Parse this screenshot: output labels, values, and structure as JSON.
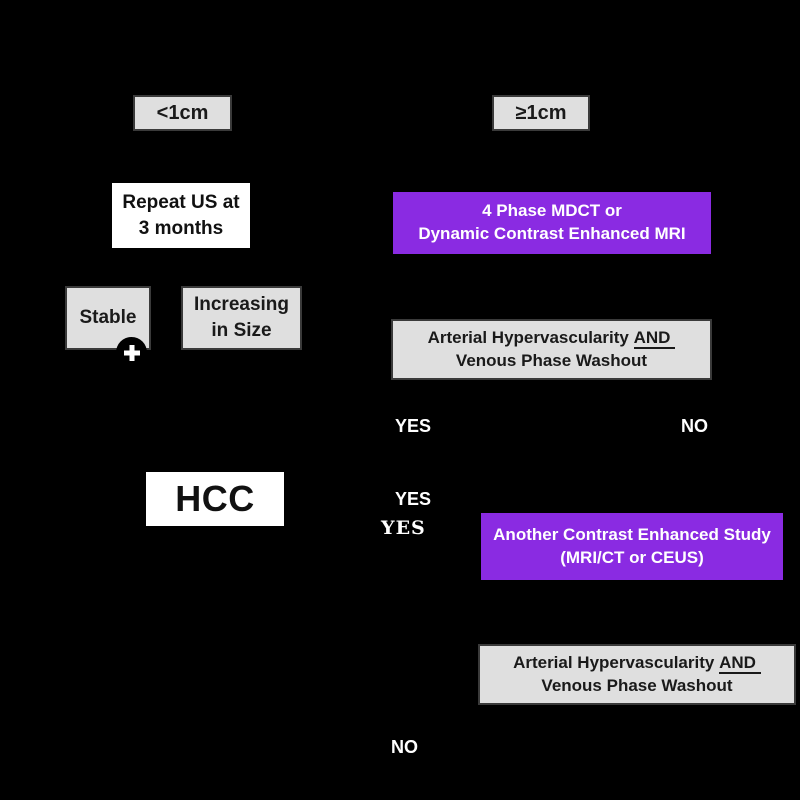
{
  "colors": {
    "background": "#000000",
    "gray_box": "#DFDFDF",
    "white_box": "#FFFFFF",
    "purple_box": "#8A2BE2",
    "dark_text": "#1A1A1A",
    "light_text": "#FFFFFF"
  },
  "nodes": {
    "lt1cm": {
      "label": "<1cm"
    },
    "ge1cm": {
      "label": "≥1cm"
    },
    "repeat_us": {
      "line1": "Repeat US at",
      "line2": "3 months"
    },
    "mdct_mri": {
      "line1": "4 Phase MDCT or",
      "line2": "Dynamic Contrast Enhanced MRI"
    },
    "stable": {
      "label": "Stable",
      "badge_icon": "plus-icon"
    },
    "increasing": {
      "line1": "Increasing",
      "line2": "in Size"
    },
    "arterial_criteria": {
      "line1_text": "Arterial Hypervascularity",
      "line1_and": "AND",
      "line2": "Venous Phase Washout"
    },
    "hcc": {
      "label": "HCC"
    },
    "another_study": {
      "line1": "Another Contrast Enhanced Study",
      "line2": "(MRI/CT or CEUS)"
    }
  },
  "decision_labels": {
    "arterial1_yes": "YES",
    "arterial1_no": "NO",
    "hcc_yes": "YES",
    "another_yes": "YES",
    "arterial2_no": "NO"
  }
}
